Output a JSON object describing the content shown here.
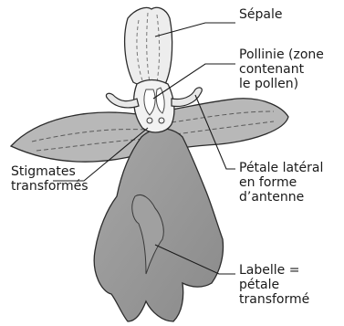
{
  "labels": {
    "sepale": "Sépale",
    "pollinie": [
      "Pollinie (zone",
      "contenant",
      "le pollen)"
    ],
    "stigmates": [
      "Stigmates",
      "transformés"
    ],
    "petale_lateral": [
      "Pétale latéral",
      "en forme",
      "d’antenne"
    ],
    "labelle": [
      "Labelle =",
      "pétale",
      "transformé"
    ]
  },
  "colors": {
    "fill_dark": "#9a9a9a",
    "fill_light": "#c4c4c4",
    "fill_pale": "#e6e6e6",
    "outline": "#2b2b2b",
    "text": "#1a1a1a"
  }
}
